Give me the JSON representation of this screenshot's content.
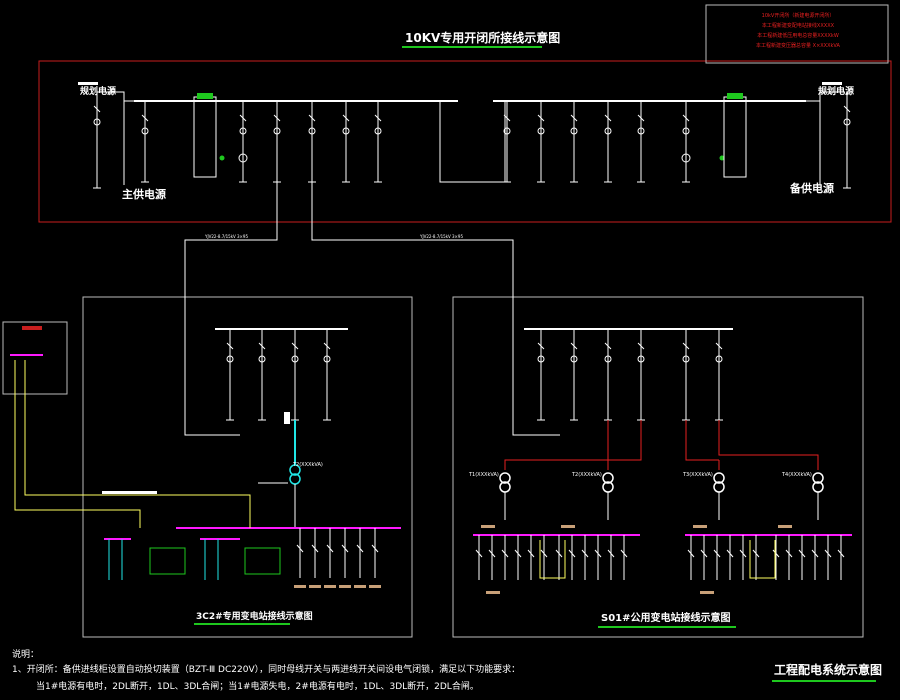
{
  "diagram": {
    "main_title": "10KV专用开闭所接线示意图",
    "left_sub_title": "3C2#专用变电站接线示意图",
    "right_sub_title": "S01#公用变电站接线示意图",
    "page_title": "工程配电系统示意图",
    "main_supply_label": "主供电源",
    "backup_supply_label": "备供电源",
    "grid_source_left": "规划电源",
    "grid_source_right": "规划电源",
    "legend_lines": [
      "10kV开闭所（新建电源开闭所）",
      "本工程新建变配电站接线XXXXX",
      "本工程新建低压用电总容量XXXXkW",
      "本工程新建变压器总容量 X×XXXkVA"
    ],
    "notes_heading": "说明：",
    "notes_line1": "1、开闭所：备供进线柜设置自动投切装置（BZT-Ⅲ DC220V），同时母线开关与两进线开关间设电气闭锁，满足以下功能要求：",
    "notes_line2": "当1#电源有电时，2DL断开，1DL、3DL合闸；当1#电源失电，2#电源有电时，1DL、3DL断开，2DL合闸。",
    "transformer_labels": [
      "T1(XXXkVA)",
      "T2(XXXkVA)",
      "T3(XXXkVA)",
      "T4(XXXkVA)"
    ],
    "left_transformer_label": "T2(XXXkVA)",
    "colors": {
      "frame": "#c81e1e",
      "wire": "#ffffff",
      "bus_low": "#ff19ff",
      "cable_red": "#e62020",
      "cable_yellow": "#ffff60",
      "cable_cyan": "#20e6e6",
      "accent_green": "#1ec81e",
      "tag_brown": "#c8a078"
    }
  }
}
